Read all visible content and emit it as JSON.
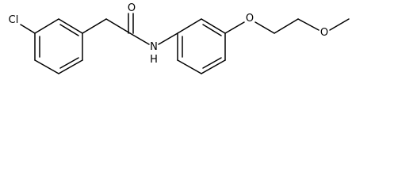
{
  "diagram": {
    "type": "chemical-structure",
    "atom_labels": {
      "chlorine": "Cl",
      "carbonyl_oxygen": "O",
      "amide_nitrogen": "N",
      "amide_hydrogen": "H",
      "ether_oxygen_aryl": "O",
      "ether_oxygen_methoxy": "O"
    },
    "colors": {
      "bonds": "#000000",
      "labels": "#000000",
      "background": "#ffffff"
    }
  }
}
